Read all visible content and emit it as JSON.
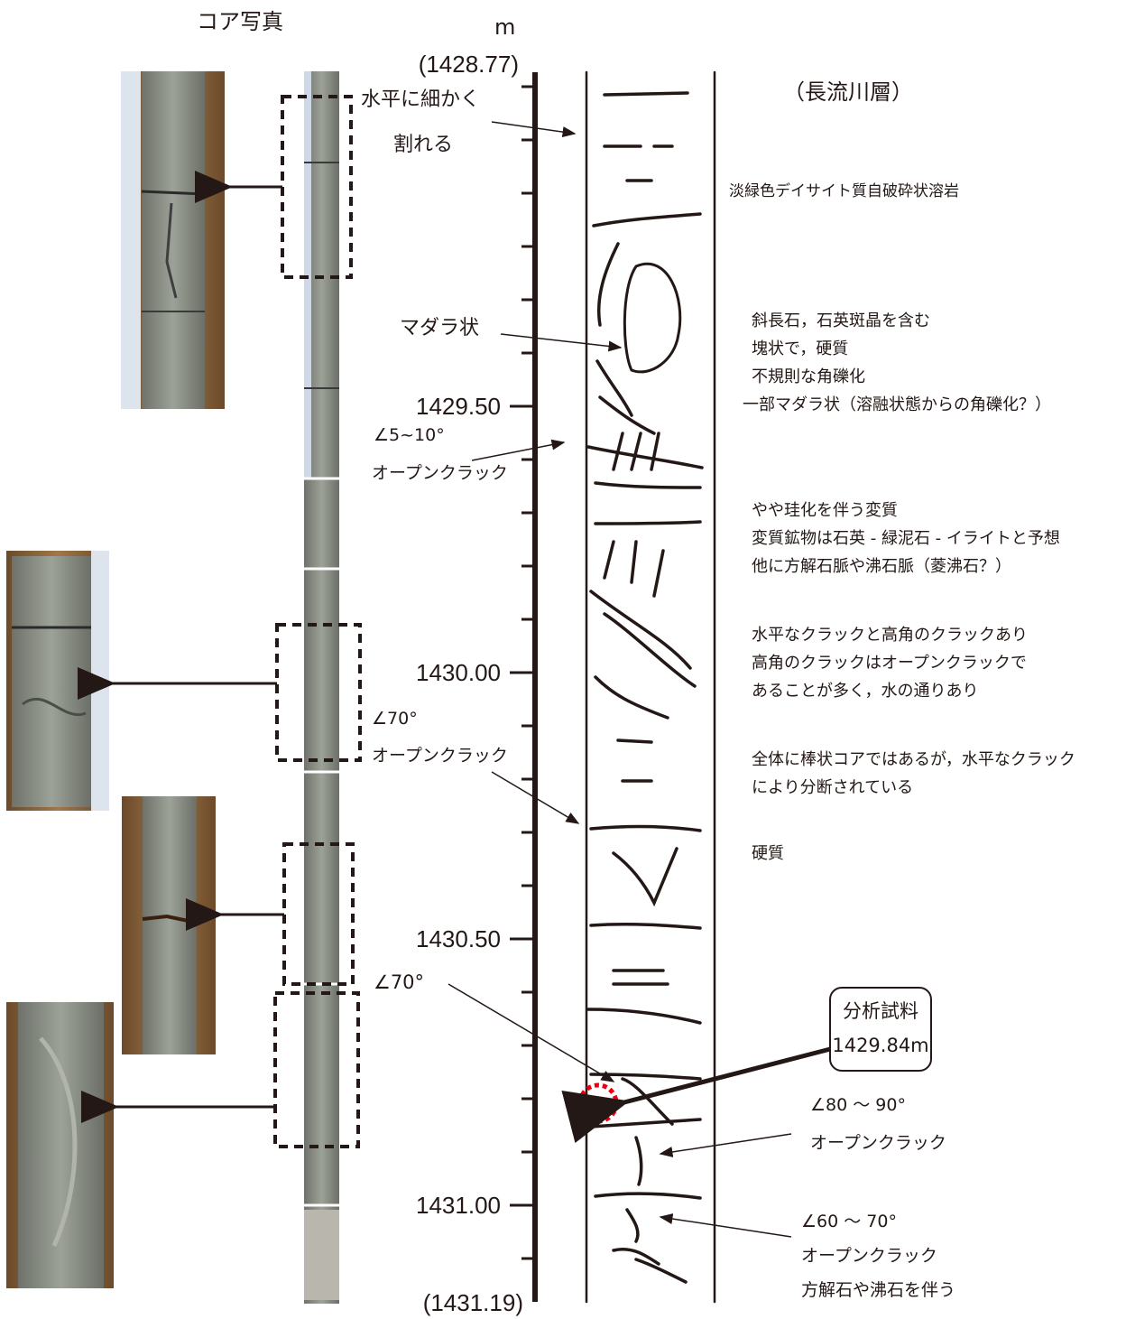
{
  "header": {
    "photo_title": "コア写真",
    "unit": "m",
    "formation": "（長流川層）"
  },
  "depth_axis": {
    "top": "(1428.77)",
    "bottom": "(1431.19)",
    "ticks": [
      "1429.50",
      "1430.00",
      "1430.50",
      "1431.00"
    ]
  },
  "annotations": {
    "fine_cracks_1": "水平に細かく",
    "fine_cracks_2": "割れる",
    "madara": "マダラ状",
    "angle_1": "∠5~10°",
    "open_crack_1": "オープンクラック",
    "angle_2": "∠70°",
    "open_crack_2": "オープンクラック",
    "angle_3": "∠70°"
  },
  "sample": {
    "title": "分析試料",
    "depth": "1429.84m"
  },
  "descriptions": {
    "rock": "淡緑色デイサイト質自破砕状溶岩",
    "block2": [
      "斜長石，石英斑晶を含む",
      "塊状で，硬質",
      "不規則な角礫化",
      "一部マダラ状（溶融状態からの角礫化？）"
    ],
    "block3": [
      "やや珪化を伴う変質",
      "変質鉱物は石英 - 緑泥石 - イライトと予想",
      "他に方解石脈や沸石脈（菱沸石？）"
    ],
    "block4": [
      "水平なクラックと高角のクラックあり",
      "高角のクラックはオープンクラックで",
      "あることが多く，水の通りあり"
    ],
    "block5": [
      "全体に棒状コアではあるが，水平なクラック",
      "により分断されている"
    ],
    "block6": "硬質",
    "crack_a": [
      "∠80 〜 90°",
      "オープンクラック"
    ],
    "crack_b": [
      "∠60 〜 70°",
      "オープンクラック",
      "方解石や沸石を伴う"
    ]
  },
  "colors": {
    "ink": "#231815",
    "sample_circle": "#e60012",
    "core_rock": "#8a8f86",
    "core_box": "#8b5a2b"
  }
}
